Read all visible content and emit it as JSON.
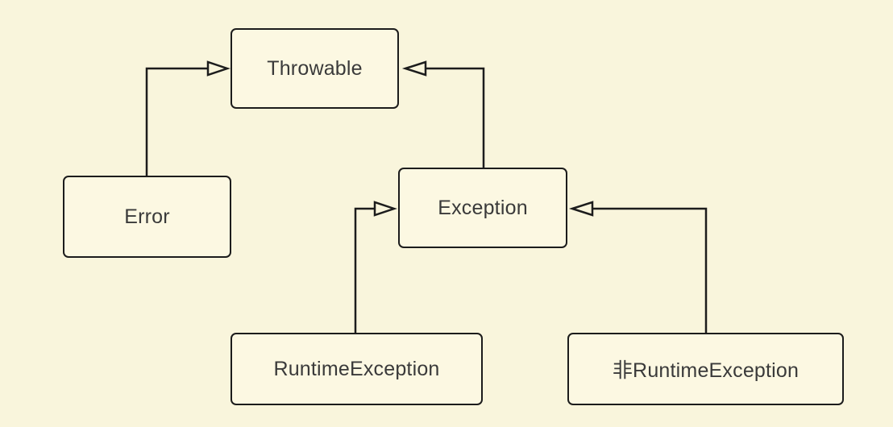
{
  "nodes": {
    "throwable": "Throwable",
    "error": "Error",
    "exception": "Exception",
    "runtime_exception": "RuntimeException",
    "non_runtime_exception": "非RuntimeException"
  },
  "edges": [
    {
      "from": "error",
      "to": "throwable",
      "type": "inheritance"
    },
    {
      "from": "exception",
      "to": "throwable",
      "type": "inheritance"
    },
    {
      "from": "runtime_exception",
      "to": "exception",
      "type": "inheritance"
    },
    {
      "from": "non_runtime_exception",
      "to": "exception",
      "type": "inheritance"
    }
  ],
  "colors": {
    "background": "#f9f5dc",
    "stroke": "#1c1c1c",
    "text": "#3a3a3a"
  }
}
